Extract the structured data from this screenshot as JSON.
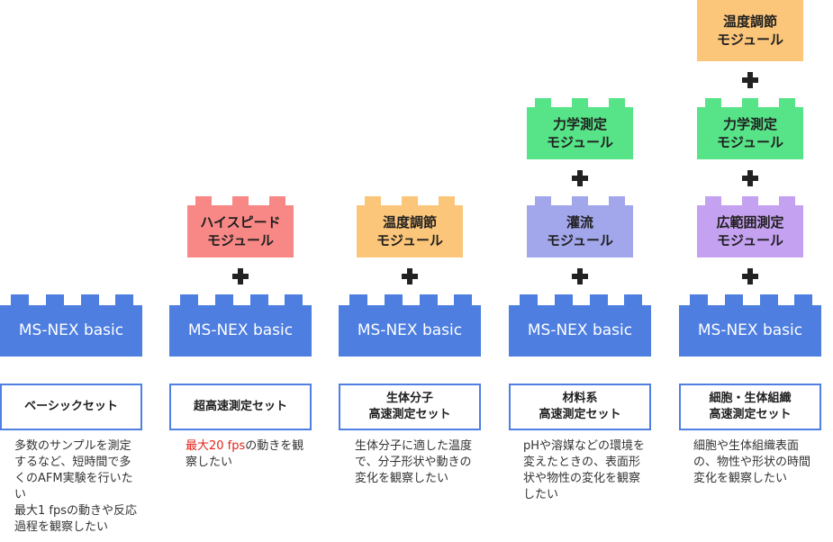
{
  "colors": {
    "base_blue": "#4d7ee0",
    "pink": "#f88885",
    "orange": "#fcc67a",
    "green": "#57e387",
    "lavender": "#a2a6ea",
    "purple": "#c5a1f1",
    "border_blue": "#4f7fe0",
    "highlight_red": "#e2231a"
  },
  "sets": [
    {
      "base": "MS-NEX basic",
      "modules": [],
      "name_lines": [
        "ベーシックセット"
      ],
      "desc": [
        "多数のサンプルを測定するなど、短時間で多くのAFM実験を行いたい",
        "最大1 fpsの動きや反応過程を観察したい"
      ]
    },
    {
      "base": "MS-NEX basic",
      "modules": [
        {
          "lines": [
            "ハイスピード",
            "モジュール"
          ],
          "color": "#f88885"
        }
      ],
      "name_lines": [
        "超高速測定セット"
      ],
      "desc_highlight": "最大20 fps",
      "desc_rest": "の動きを観察したい"
    },
    {
      "base": "MS-NEX basic",
      "modules": [
        {
          "lines": [
            "温度調節",
            "モジュール"
          ],
          "color": "#fcc67a"
        }
      ],
      "name_lines": [
        "生体分子",
        "高速測定セット"
      ],
      "desc": [
        "生体分子に適した温度で、分子形状や動きの変化を観察したい"
      ]
    },
    {
      "base": "MS-NEX basic",
      "modules": [
        {
          "lines": [
            "灌流",
            "モジュール"
          ],
          "color": "#a2a6ea"
        },
        {
          "lines": [
            "力学測定",
            "モジュール"
          ],
          "color": "#57e387"
        }
      ],
      "name_lines": [
        "材料系",
        "高速測定セット"
      ],
      "desc": [
        "pHや溶媒などの環境を変えたときの、表面形状や物性の変化を観察したい"
      ]
    },
    {
      "base": "MS-NEX basic",
      "modules": [
        {
          "lines": [
            "広範囲測定",
            "モジュール"
          ],
          "color": "#c5a1f1"
        },
        {
          "lines": [
            "力学測定",
            "モジュール"
          ],
          "color": "#57e387"
        },
        {
          "lines": [
            "温度調節",
            "モジュール"
          ],
          "color": "#fcc67a"
        }
      ],
      "name_lines": [
        "細胞・生体組織",
        "高速測定セット"
      ],
      "desc": [
        "細胞や生体組織表面の、物性や形状の時間変化を観察したい"
      ]
    }
  ]
}
